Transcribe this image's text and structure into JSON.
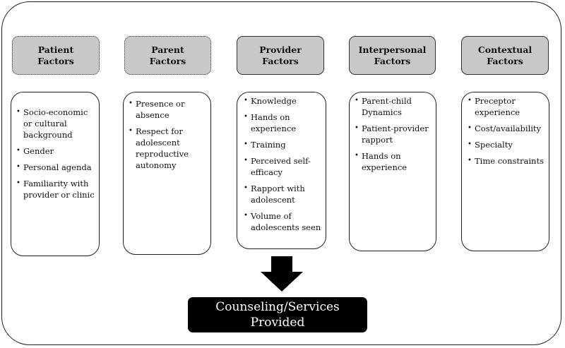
{
  "headers": [
    {
      "id": "patient",
      "label": "Patient\nFactors",
      "style": "dotted"
    },
    {
      "id": "parent",
      "label": "Parent\nFactors",
      "style": "dotted"
    },
    {
      "id": "provider",
      "label": "Provider\nFactors",
      "style": "solid"
    },
    {
      "id": "interpersonal",
      "label": "Interpersonal\nFactors",
      "style": "solid"
    },
    {
      "id": "contextual",
      "label": "Contextual\nFactors",
      "style": "solid"
    }
  ],
  "factors": {
    "patient": [
      "Socio-economic or cultural background",
      "Gender",
      "Personal agenda",
      "Familiarity with provider or clinic"
    ],
    "parent": [
      "Presence or absence",
      "Respect for adolescent reproductive autonomy"
    ],
    "provider": [
      "Knowledge",
      "Hands on experience",
      "Training",
      "Perceived self-efficacy",
      "Rapport with adolescent",
      "Volume of adolescents seen"
    ],
    "interpersonal": [
      "Parent-child Dynamics",
      "Patient-provider rapport",
      "Hands on experience"
    ],
    "contextual": [
      "Preceptor experience",
      "Cost/availability",
      "Specialty",
      "Time constraints"
    ]
  },
  "outcome": {
    "label": "Counseling/Services\nProvided"
  },
  "colors": {
    "header_fill": "#c8c8c8",
    "outcome_fill": "#000000",
    "arrow_fill": "#000000"
  }
}
